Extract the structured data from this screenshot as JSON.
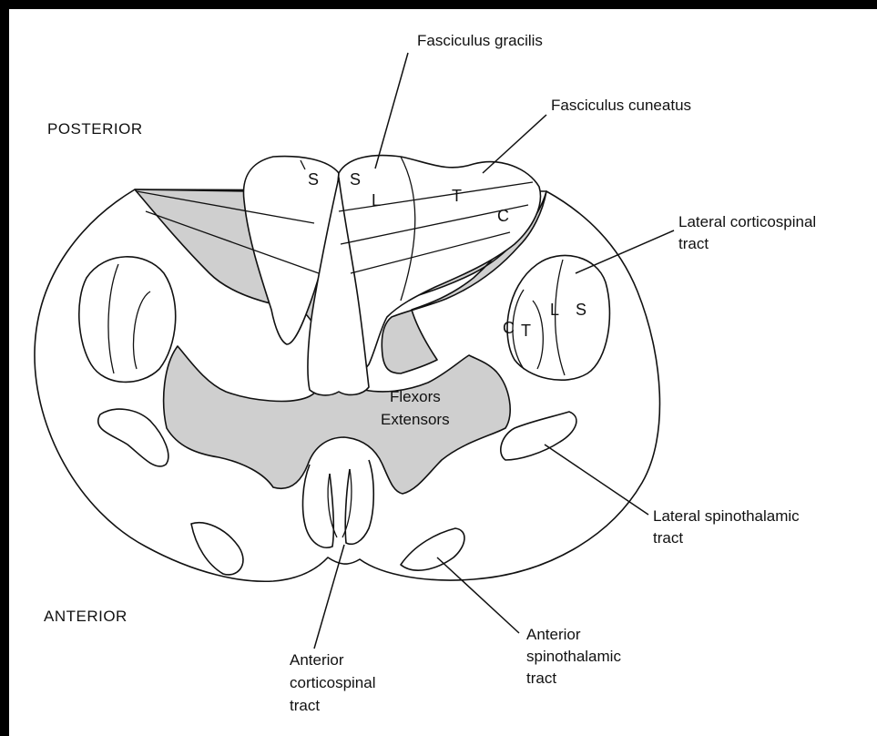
{
  "orientation": {
    "posterior": "POSTERIOR",
    "anterior": "ANTERIOR"
  },
  "labels": {
    "fasciculus_gracilis": "Fasciculus gracilis",
    "fasciculus_cuneatus": "Fasciculus cuneatus",
    "lateral_corticospinal": [
      "Lateral corticospinal",
      "tract"
    ],
    "lateral_spinothalamic": [
      "Lateral spinothalamic",
      "tract"
    ],
    "anterior_spinothalamic": [
      "Anterior",
      "spinothalamic",
      "tract"
    ],
    "anterior_corticospinal": [
      "Anterior",
      "corticospinal",
      "tract"
    ]
  },
  "gray_matter_labels": {
    "flexors": "Flexors",
    "extensors": "Extensors"
  },
  "segments": {
    "gracilis_left": "S",
    "gracilis_right_s": "S",
    "gracilis_right_l": "L",
    "cuneatus_t": "T",
    "cuneatus_c": "C",
    "corticospinal_c": "C",
    "corticospinal_t": "T",
    "corticospinal_l": "L",
    "corticospinal_s": "S"
  },
  "colors": {
    "gray_matter": "#cfcfcf",
    "background": "#ffffff",
    "frame": "#000000"
  }
}
